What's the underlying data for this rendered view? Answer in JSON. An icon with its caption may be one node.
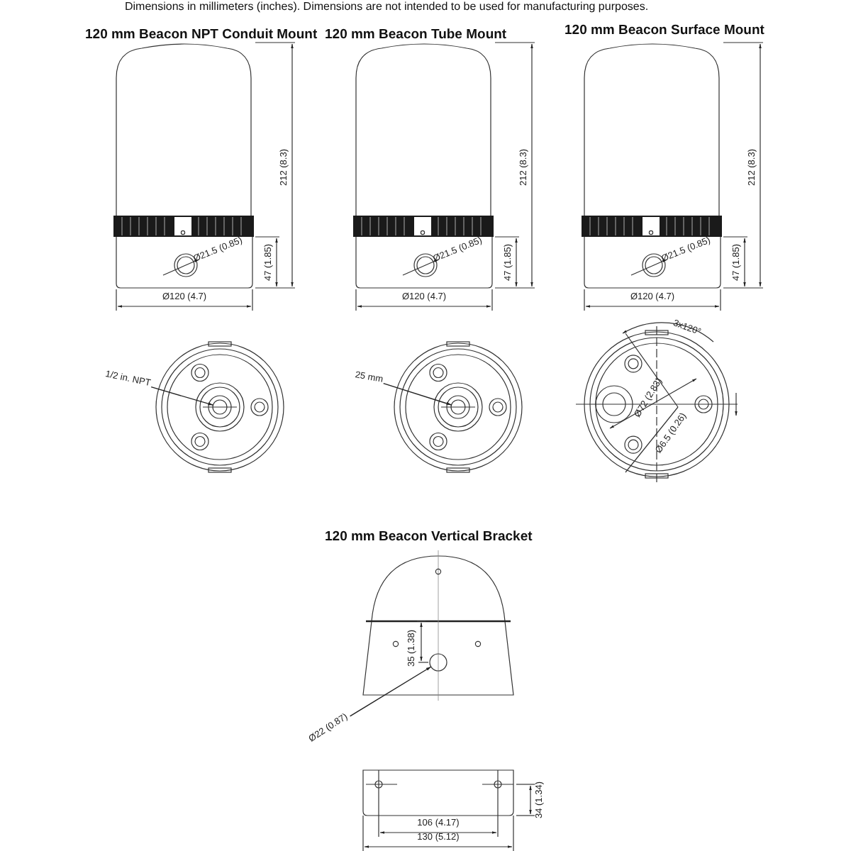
{
  "diagram": {
    "nodes": [
      {
        "text": [
          "1/2 in. NPT"
        ]
      },
      {
        "text": [
          "25 mm"
        ]
      },
      {
        "text": [
          "Ø22 (0.87)"
        ]
      },
      {
        "text": [],
        "shape": "circle"
      },
      {
        "text": [],
        "shape": "circle"
      },
      {
        "text": [],
        "shape": "circle"
      }
    ],
    "edges": [
      {
        "from": 0,
        "to": 3,
        "arrow": "to"
      },
      {
        "from": 1,
        "to": 4,
        "arrow": "to"
      },
      {
        "from": 2,
        "to": 5,
        "arrow": "to"
      }
    ],
    "labels": [
      "Dimensions in millimeters (inches). Dimensions are not intended to be used for manufacturing purposes.",
      "120 mm Beacon NPT Conduit Mount",
      "120 mm Beacon Tube Mount",
      "120 mm Beacon Surface Mount",
      "212 (8.3)",
      "47 (1.85)",
      "Ø21.5 (0.85)",
      "Ø120 (4.7)",
      "212 (8.3)",
      "47 (1.85)",
      "Ø21.5 (0.85)",
      "Ø120 (4.7)",
      "212 (8.3)",
      "47 (1.85)",
      "Ø21.5 (0.85)",
      "Ø120 (4.7)",
      "3x120°",
      "Ø72 (2.83)",
      "Ø6.5 (0.26)",
      "120 mm Beacon Vertical Bracket",
      "35 (1.38)",
      "34 (1.34)",
      "106 (4.17)",
      "130 (5.12)"
    ]
  }
}
